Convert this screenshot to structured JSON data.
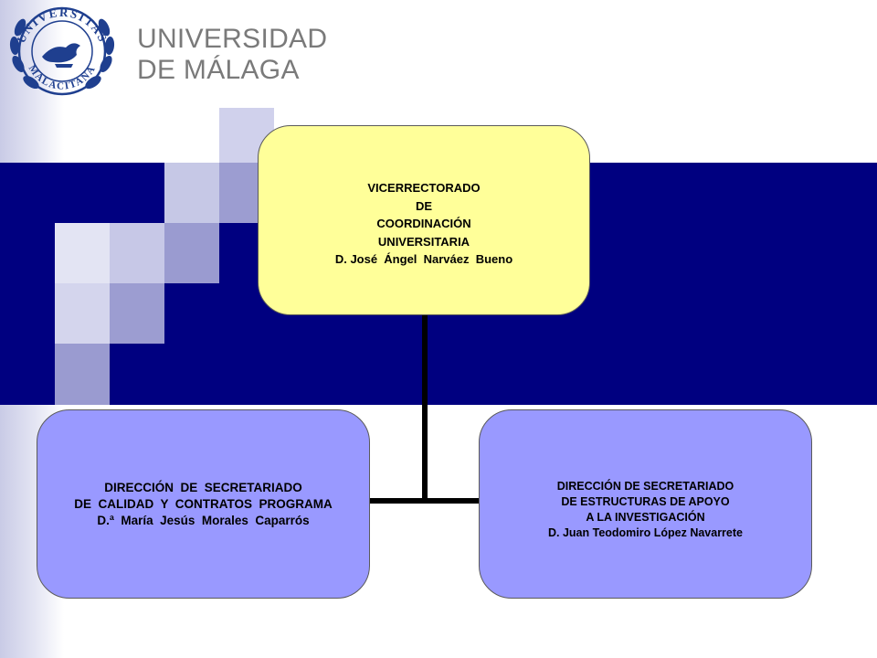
{
  "header": {
    "logo": {
      "seal_text": "UNIVERSITAS MALACITANA",
      "name_line1": "UNIVERSIDAD",
      "name_line2": "DE MÁLAGA"
    }
  },
  "org_chart": {
    "top": {
      "lines": [
        "VICERRECTORADO",
        "DE",
        "COORDINACIÓN",
        "UNIVERSITARIA",
        "D. José  Ángel  Narváez  Bueno"
      ]
    },
    "left": {
      "lines": [
        "DIRECCIÓN  DE  SECRETARIADO",
        "DE  CALIDAD  Y  CONTRATOS  PROGRAMA",
        "D.ª  María  Jesús  Morales  Caparrós"
      ]
    },
    "right": {
      "lines": [
        "DIRECCIÓN DE SECRETARIADO",
        "DE ESTRUCTURAS DE APOYO",
        "A LA INVESTIGACIÓN",
        "D. Juan Teodomiro López Navarrete"
      ]
    }
  },
  "colors": {
    "navy_band": "#000080",
    "top_box": "#ffff99",
    "bottom_boxes": "#9999ff",
    "logo_text": "#7a7a7a"
  }
}
